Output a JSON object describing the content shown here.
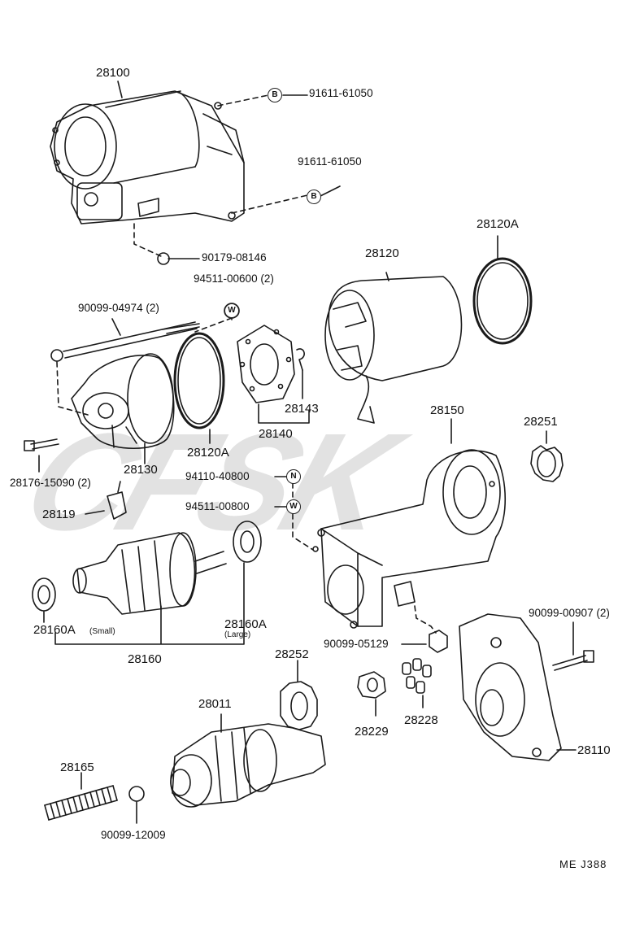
{
  "parts": {
    "p28100": "28100",
    "p91611_a": "91611-61050",
    "p91611_b": "91611-61050",
    "p90179": "90179-08146",
    "p94511_600": "94511-00600 (2)",
    "p90099_4974": "90099-04974 (2)",
    "p28120": "28120",
    "p28120A_top": "28120A",
    "p28143": "28143",
    "p28140": "28140",
    "p28120A_mid": "28120A",
    "p28130": "28130",
    "p28176": "28176-15090 (2)",
    "p28150": "28150",
    "p28251": "28251",
    "p94110": "94110-40800",
    "p94511_800": "94511-00800",
    "p28119": "28119",
    "p28160A_small": "28160A",
    "small_note": "(Small)",
    "p28160A_large": "28160A",
    "large_note": "(Large)",
    "p28160": "28160",
    "p90099_907": "90099-00907 (2)",
    "p90099_5129": "90099-05129",
    "p28252": "28252",
    "p28229": "28229",
    "p28228": "28228",
    "p28011": "28011",
    "p28110": "28110",
    "p28165": "28165",
    "p90099_12009": "90099-12009"
  },
  "badges": {
    "b1": "B",
    "b2": "B",
    "w1": "W",
    "n1": "N",
    "w2": "W"
  },
  "footer": {
    "code": "ME J388"
  },
  "watermark": {
    "text": "CFSK"
  }
}
